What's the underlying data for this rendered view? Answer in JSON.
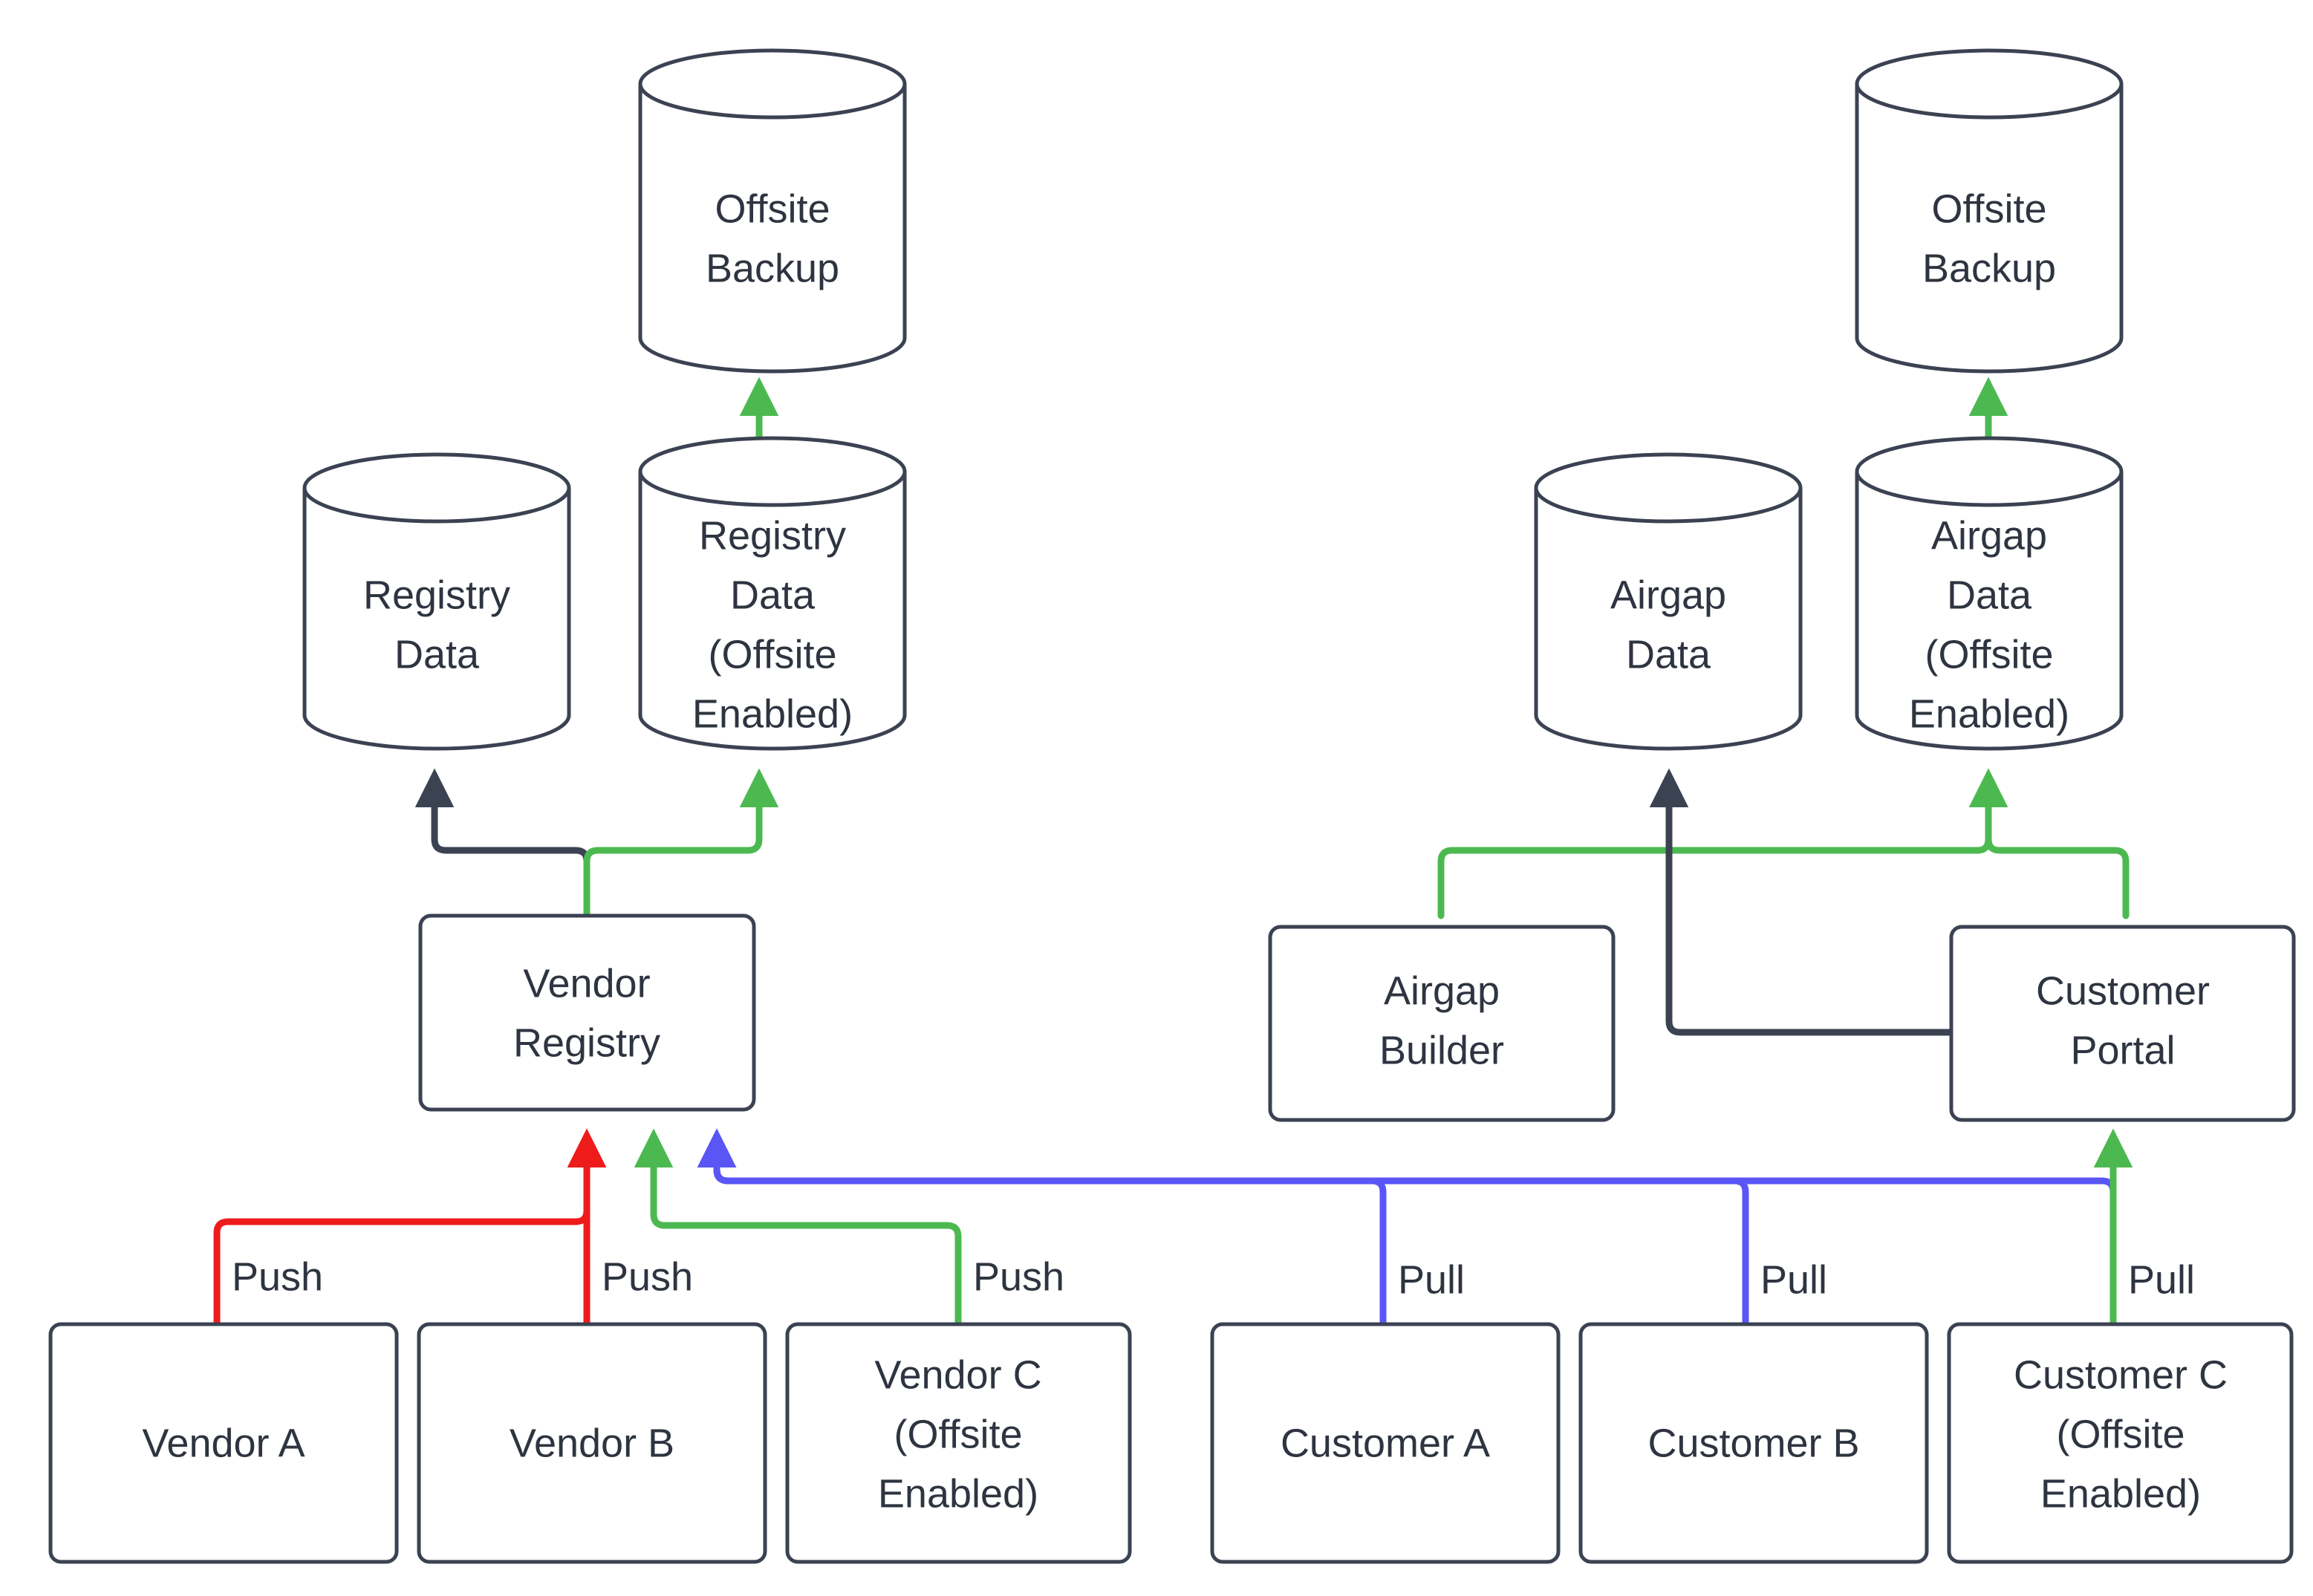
{
  "diagram": {
    "type": "flowchart",
    "title": "",
    "colors": {
      "node_stroke": "#3b4252",
      "node_fill": "#ffffff",
      "text": "#2e3440",
      "edge_dark": "#3b4252",
      "edge_green": "#4cb950",
      "edge_red": "#ee1b1b",
      "edge_purple": "#5a55f5",
      "background": "#ffffff"
    },
    "nodes": [
      {
        "id": "offsite_backup_left",
        "shape": "cylinder",
        "lines": [
          "Offsite",
          "Backup"
        ]
      },
      {
        "id": "registry_data",
        "shape": "cylinder",
        "lines": [
          "Registry",
          "Data"
        ]
      },
      {
        "id": "registry_data_offsite",
        "shape": "cylinder",
        "lines": [
          "Registry",
          "Data",
          "(Offsite",
          "Enabled)"
        ]
      },
      {
        "id": "vendor_registry",
        "shape": "rect",
        "lines": [
          "Vendor",
          "Registry"
        ]
      },
      {
        "id": "vendor_a",
        "shape": "rect",
        "lines": [
          "Vendor A"
        ]
      },
      {
        "id": "vendor_b",
        "shape": "rect",
        "lines": [
          "Vendor B"
        ]
      },
      {
        "id": "vendor_c",
        "shape": "rect",
        "lines": [
          "Vendor C",
          "(Offsite",
          "Enabled)"
        ]
      },
      {
        "id": "offsite_backup_right",
        "shape": "cylinder",
        "lines": [
          "Offsite",
          "Backup"
        ]
      },
      {
        "id": "airgap_data",
        "shape": "cylinder",
        "lines": [
          "Airgap",
          "Data"
        ]
      },
      {
        "id": "airgap_data_offsite",
        "shape": "cylinder",
        "lines": [
          "Airgap",
          "Data",
          "(Offsite",
          "Enabled)"
        ]
      },
      {
        "id": "airgap_builder",
        "shape": "rect",
        "lines": [
          "Airgap",
          "Builder"
        ]
      },
      {
        "id": "customer_portal",
        "shape": "rect",
        "lines": [
          "Customer",
          "Portal"
        ]
      },
      {
        "id": "customer_a",
        "shape": "rect",
        "lines": [
          "Customer A"
        ]
      },
      {
        "id": "customer_b",
        "shape": "rect",
        "lines": [
          "Customer B"
        ]
      },
      {
        "id": "customer_c",
        "shape": "rect",
        "lines": [
          "Customer C",
          "(Offsite",
          "Enabled)"
        ]
      }
    ],
    "edges": [
      {
        "id": "e1",
        "from": "vendor_a",
        "to": "vendor_registry",
        "label": "Push",
        "color": "edge_red",
        "arrow": true
      },
      {
        "id": "e2",
        "from": "vendor_b",
        "to": "vendor_registry",
        "label": "Push",
        "color": "edge_red",
        "arrow": true
      },
      {
        "id": "e3",
        "from": "vendor_c",
        "to": "vendor_registry",
        "label": "Push",
        "color": "edge_green",
        "arrow": true
      },
      {
        "id": "e4",
        "from": "customer_a",
        "to": "vendor_registry",
        "label": "Pull",
        "color": "edge_purple",
        "arrow": true
      },
      {
        "id": "e5",
        "from": "customer_b",
        "to": "vendor_registry",
        "label": "Pull",
        "color": "edge_purple",
        "arrow": true
      },
      {
        "id": "e6",
        "from": "customer_c",
        "to": "customer_portal",
        "label": "Pull",
        "color": "edge_green",
        "arrow": true
      },
      {
        "id": "e7",
        "from": "vendor_registry",
        "to": "registry_data",
        "label": "",
        "color": "edge_dark",
        "arrow": true
      },
      {
        "id": "e8",
        "from": "vendor_registry",
        "to": "registry_data_offsite",
        "label": "",
        "color": "edge_green",
        "arrow": true
      },
      {
        "id": "e9",
        "from": "registry_data_offsite",
        "to": "offsite_backup_left",
        "label": "",
        "color": "edge_green",
        "arrow": true
      },
      {
        "id": "e10",
        "from": "airgap_builder",
        "to": "airgap_data_offsite",
        "label": "",
        "color": "edge_green",
        "arrow": true
      },
      {
        "id": "e11",
        "from": "customer_portal",
        "to": "airgap_data_offsite",
        "label": "",
        "color": "edge_green",
        "arrow": true
      },
      {
        "id": "e12",
        "from": "customer_portal",
        "to": "airgap_data",
        "label": "",
        "color": "edge_dark",
        "arrow": true
      },
      {
        "id": "e13",
        "from": "airgap_data_offsite",
        "to": "offsite_backup_right",
        "label": "",
        "color": "edge_green",
        "arrow": true
      }
    ],
    "edge_labels": {
      "push_a": "Push",
      "push_b": "Push",
      "push_c": "Push",
      "pull_a": "Pull",
      "pull_b": "Pull",
      "pull_c": "Pull"
    },
    "node_text": {
      "offsite_backup_left": {
        "l1": "Offsite",
        "l2": "Backup"
      },
      "registry_data": {
        "l1": "Registry",
        "l2": "Data"
      },
      "registry_data_offsite": {
        "l1": "Registry",
        "l2": "Data",
        "l3": "(Offsite",
        "l4": "Enabled)"
      },
      "vendor_registry": {
        "l1": "Vendor",
        "l2": "Registry"
      },
      "vendor_a": {
        "l1": "Vendor A"
      },
      "vendor_b": {
        "l1": "Vendor B"
      },
      "vendor_c": {
        "l1": "Vendor C",
        "l2": "(Offsite",
        "l3": "Enabled)"
      },
      "offsite_backup_right": {
        "l1": "Offsite",
        "l2": "Backup"
      },
      "airgap_data": {
        "l1": "Airgap",
        "l2": "Data"
      },
      "airgap_data_offsite": {
        "l1": "Airgap",
        "l2": "Data",
        "l3": "(Offsite",
        "l4": "Enabled)"
      },
      "airgap_builder": {
        "l1": "Airgap",
        "l2": "Builder"
      },
      "customer_portal": {
        "l1": "Customer",
        "l2": "Portal"
      },
      "customer_a": {
        "l1": "Customer A"
      },
      "customer_b": {
        "l1": "Customer B"
      },
      "customer_c": {
        "l1": "Customer C",
        "l2": "(Offsite",
        "l3": "Enabled)"
      }
    }
  }
}
